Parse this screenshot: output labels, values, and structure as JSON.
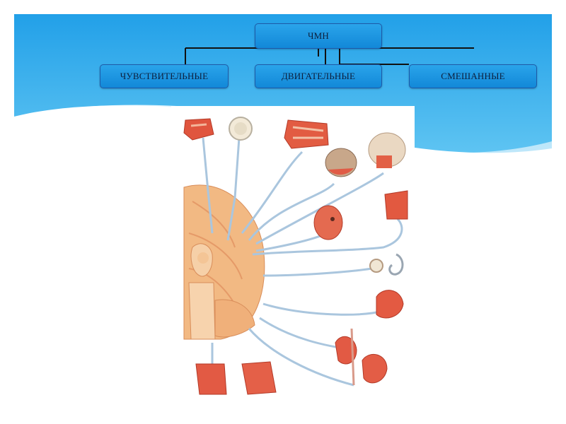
{
  "diagram": {
    "root": {
      "label": "ЧМН"
    },
    "categories": [
      {
        "label": "ЧУВСТВИТЕЛЬНЫЕ"
      },
      {
        "label": "ДВИГАТЕЛЬНЫЕ"
      },
      {
        "label": "СМЕШАННЫЕ"
      }
    ]
  },
  "colors": {
    "box_fill": "#1a95e2",
    "box_border": "#1e5aa8",
    "sky": "#1e9fe8",
    "nerve_line": "#a9c4dc",
    "tissue": "#e4523e",
    "brain": "#f0b47a"
  }
}
